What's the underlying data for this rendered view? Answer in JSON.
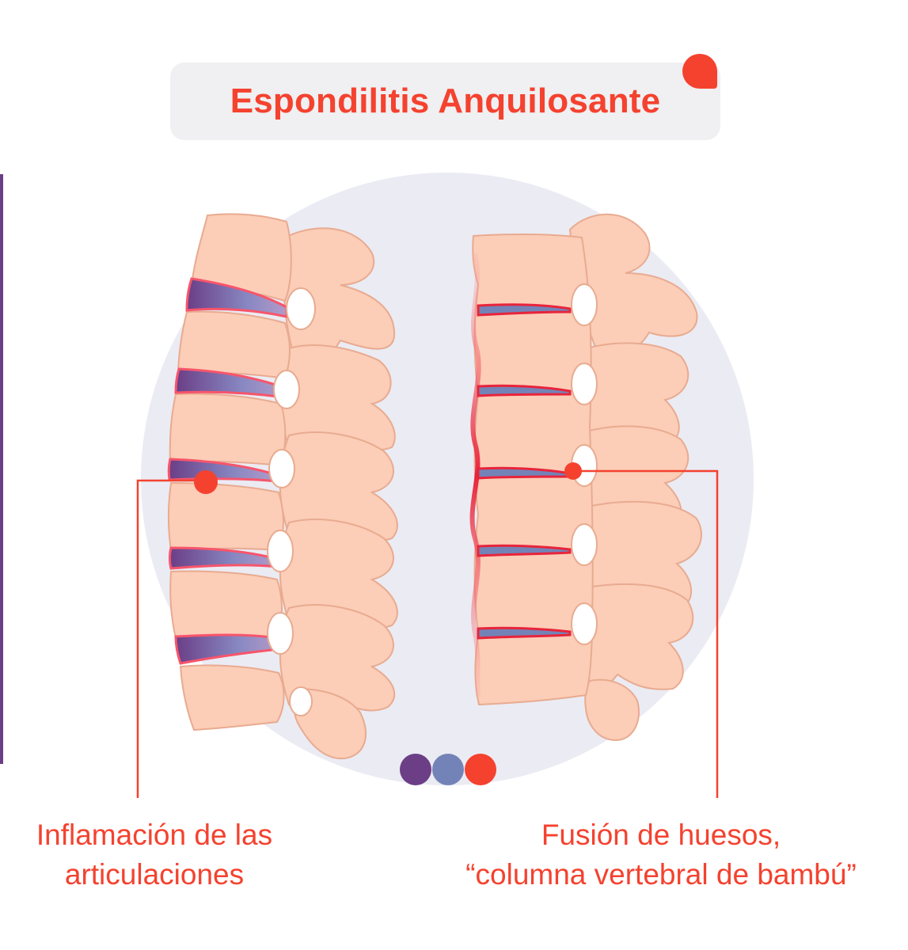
{
  "title": "Espondilitis Anquilosante",
  "labels": {
    "left_line1": "Inflamación de las",
    "left_line2": "articulaciones",
    "right_line1": "Fusión de huesos,",
    "right_line2": "“columna vertebral de bambú”"
  },
  "colors": {
    "accent_red": "#f4422f",
    "purple": "#6b3e86",
    "blue_gray": "#7483b7",
    "bone": "#fccdb7",
    "bone_outline": "#e8ab90",
    "background_circle": "#ebebf3",
    "title_pill": "#f0eff1"
  }
}
